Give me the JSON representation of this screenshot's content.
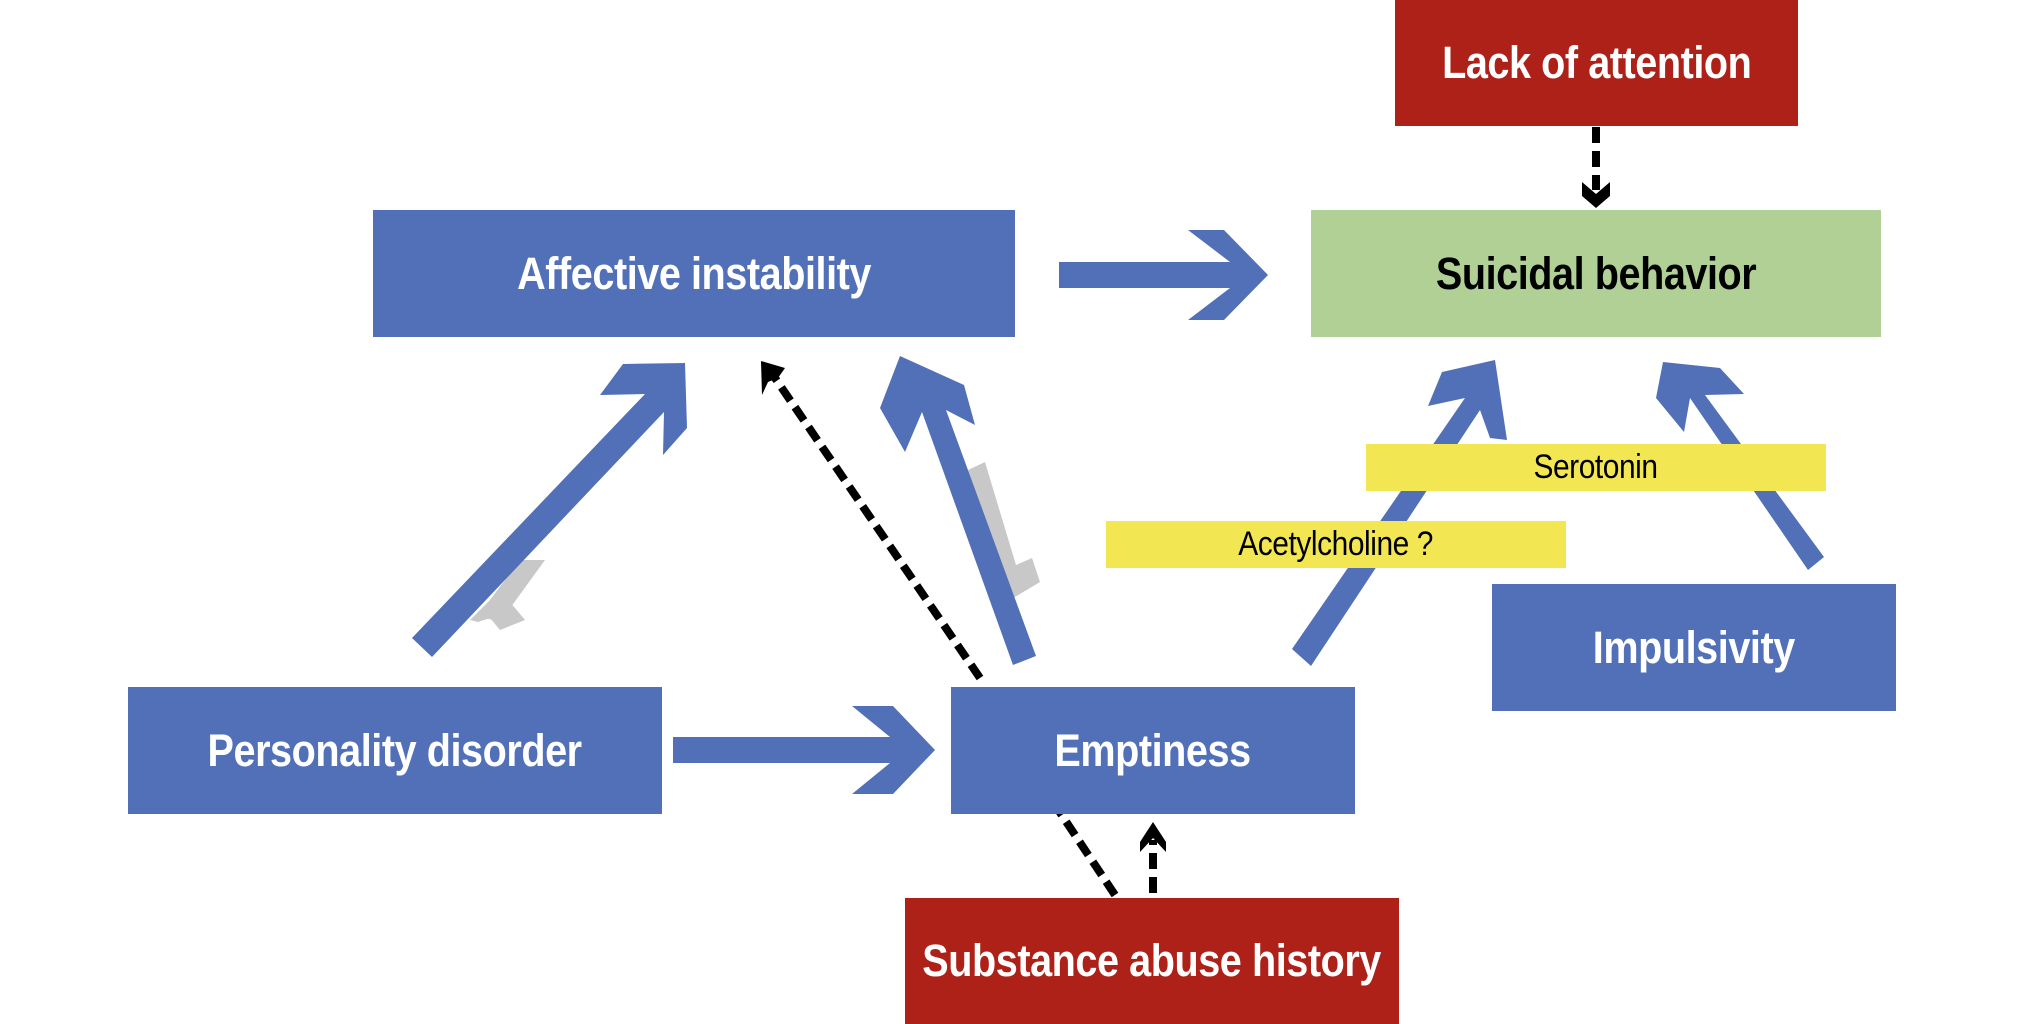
{
  "diagram": {
    "nodes": {
      "lack_of_attention": {
        "label": "Lack of attention",
        "category": "risk-factor"
      },
      "affective_instability": {
        "label": "Affective instability",
        "category": "core"
      },
      "suicidal_behavior": {
        "label": "Suicidal behavior",
        "category": "outcome"
      },
      "serotonin": {
        "label": "Serotonin",
        "category": "mediator"
      },
      "acetylcholine": {
        "label": "Acetylcholine ?",
        "category": "mediator"
      },
      "impulsivity": {
        "label": "Impulsivity",
        "category": "core"
      },
      "personality_disorder": {
        "label": "Personality disorder",
        "category": "core"
      },
      "emptiness": {
        "label": "Emptiness",
        "category": "core"
      },
      "substance_abuse_history": {
        "label": "Substance abuse history",
        "category": "risk-factor"
      }
    },
    "edges": [
      {
        "from": "affective_instability",
        "to": "suicidal_behavior",
        "style": "solid"
      },
      {
        "from": "lack_of_attention",
        "to": "suicidal_behavior",
        "style": "dashed"
      },
      {
        "from": "personality_disorder",
        "to": "affective_instability",
        "style": "solid"
      },
      {
        "from": "emptiness",
        "to": "affective_instability",
        "style": "solid"
      },
      {
        "from": "substance_abuse_history",
        "to": "affective_instability",
        "style": "dashed"
      },
      {
        "from": "personality_disorder",
        "to": "emptiness",
        "style": "solid"
      },
      {
        "from": "substance_abuse_history",
        "to": "emptiness",
        "style": "dashed"
      },
      {
        "from": "emptiness",
        "to": "suicidal_behavior",
        "style": "solid",
        "mediator": "acetylcholine"
      },
      {
        "from": "impulsivity",
        "to": "suicidal_behavior",
        "style": "solid",
        "mediator": "serotonin"
      }
    ],
    "colors": {
      "core": "#5170B8",
      "risk_factor": "#AD2118",
      "outcome": "#B0D095",
      "mediator": "#F2E752",
      "shadow": "#C8C8C8"
    }
  }
}
